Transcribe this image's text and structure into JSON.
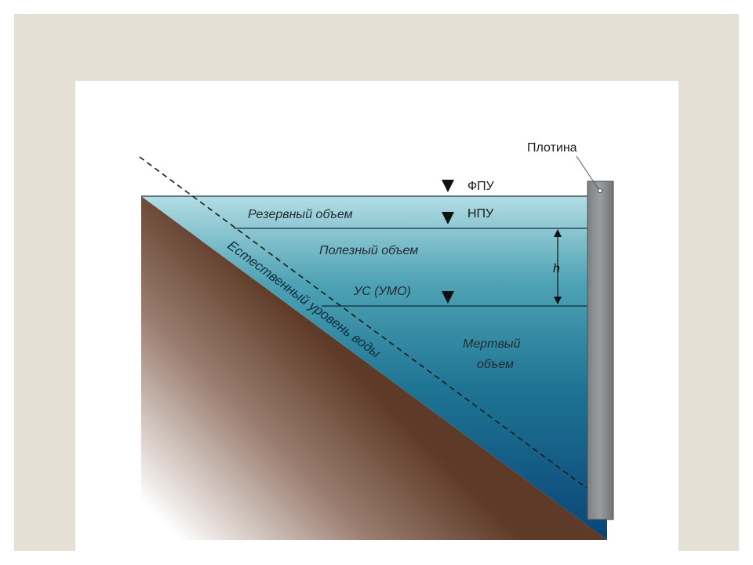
{
  "diagram": {
    "dam_label": "Плотина",
    "levels": {
      "fpu": "ФПУ",
      "npu": "НПУ",
      "us": "УС (УМО)"
    },
    "volumes": {
      "reserve": "Резервный объем",
      "useful": "Полезный объем",
      "dead_line1": "Мертвый",
      "dead_line2": "объем"
    },
    "height_label": "h",
    "natural_level": "Естественный уровень воды"
  },
  "colors": {
    "water_top": "#a9d6df",
    "water_bottom": "#0b4a78",
    "ground": "#6a4330",
    "dam": "#8c8f91"
  }
}
